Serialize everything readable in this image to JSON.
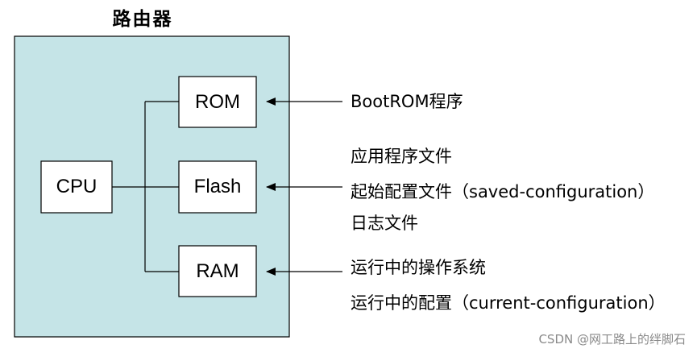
{
  "title": "路由器",
  "components": {
    "cpu": "CPU",
    "rom": "ROM",
    "flash": "Flash",
    "ram": "RAM"
  },
  "labels": {
    "rom": [
      "BootROM程序"
    ],
    "flash": [
      "应用程序文件",
      "起始配置文件（saved-configuration）",
      "日志文件"
    ],
    "ram": [
      "运行中的操作系统",
      "运行中的配置（current-configuration）"
    ]
  },
  "watermark": "CSDN @网工路上的绊脚石",
  "colors": {
    "router_fill": "#c5e4e7",
    "box_fill": "#ffffff",
    "stroke": "#000000"
  }
}
